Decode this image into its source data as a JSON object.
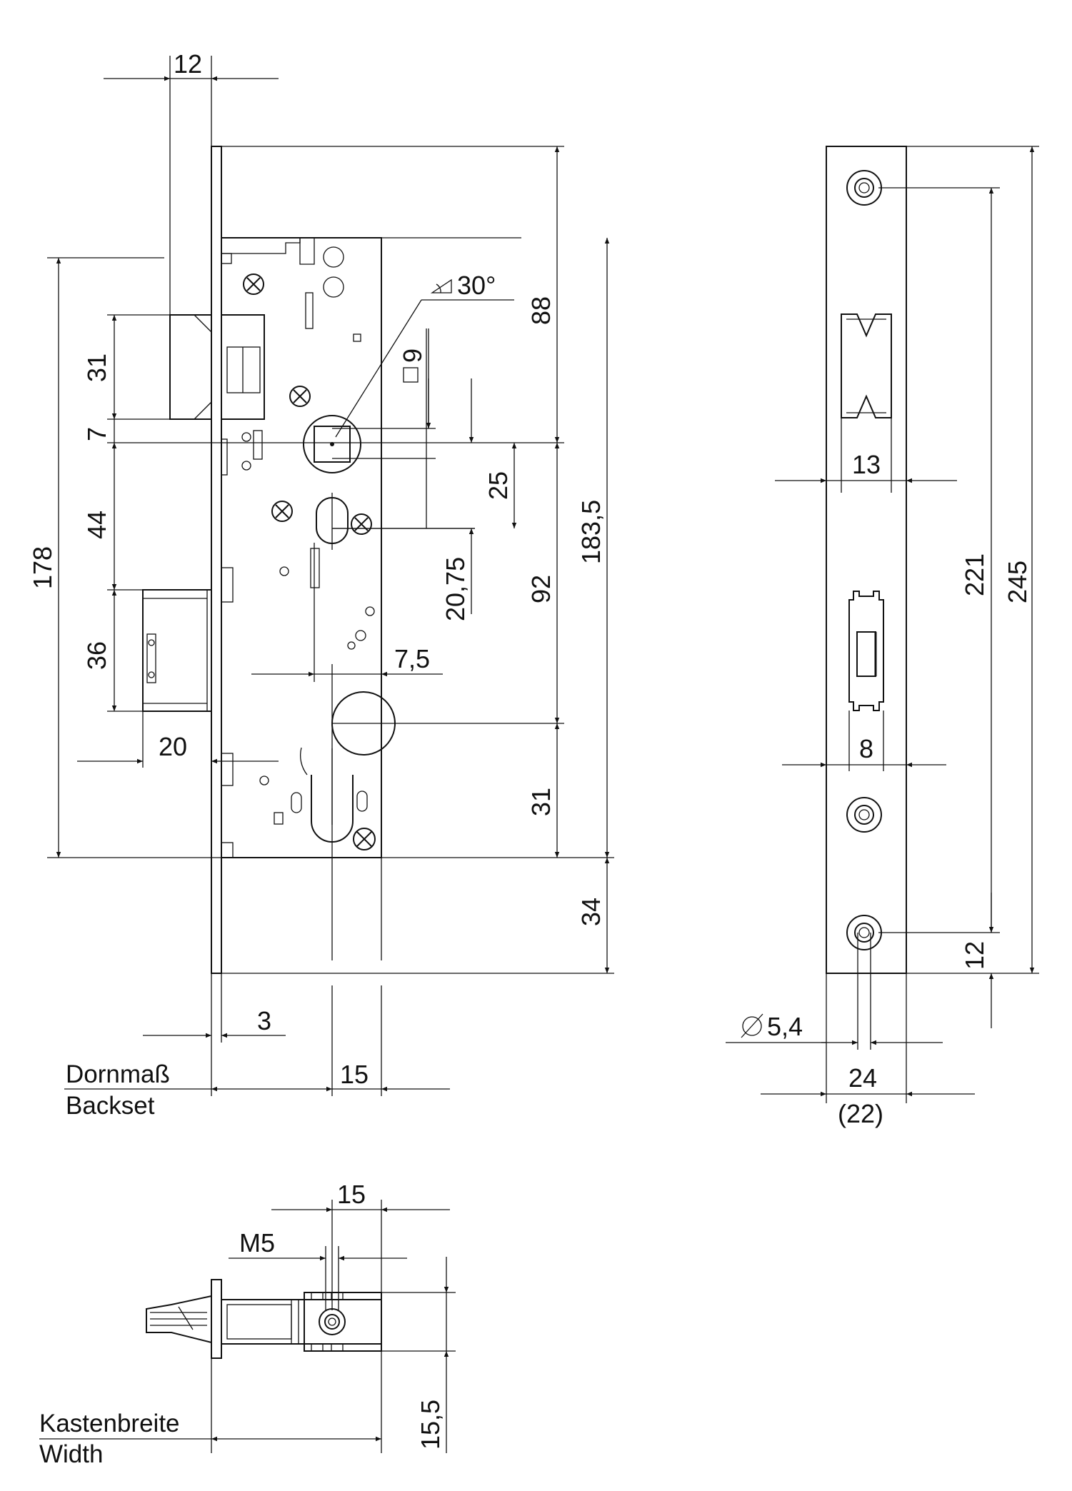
{
  "labels": {
    "backset_de": "Dornmaß",
    "backset_en": "Backset",
    "boxwidth_de": "Kastenbreite",
    "boxwidth_en": "Width"
  },
  "dimensions": {
    "top_12": "12",
    "d88": "88",
    "d183_5": "183,5",
    "d178": "178",
    "d31_upper": "31",
    "d7": "7",
    "d44": "44",
    "d36": "36",
    "d20": "20",
    "d92": "92",
    "d31_lower": "31",
    "d34": "34",
    "d25": "25",
    "d20_75": "20,75",
    "d7_5": "7,5",
    "d3": "3",
    "d15_front": "15",
    "angle": "30°",
    "square": "9",
    "faceplate_13": "13",
    "faceplate_8": "8",
    "faceplate_221": "221",
    "faceplate_245": "245",
    "faceplate_12": "12",
    "diameter": "5,4",
    "faceplate_24": "24",
    "faceplate_22": "(22)",
    "side_15": "15",
    "thread_m5": "M5",
    "side_15_5": "15,5"
  }
}
